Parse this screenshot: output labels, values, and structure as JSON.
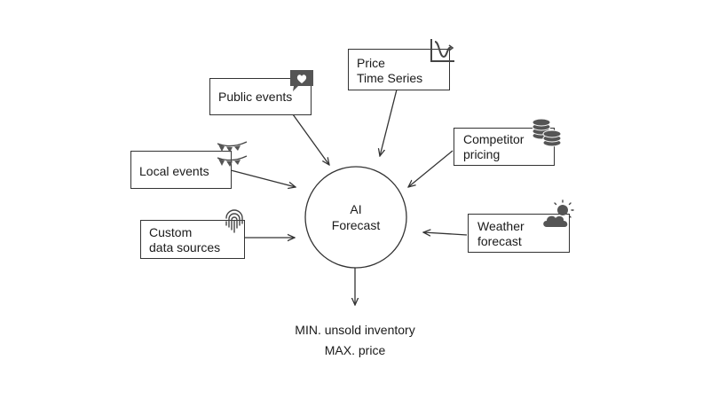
{
  "center": {
    "label": "AI\nForecast"
  },
  "inputs": {
    "price_time_series": {
      "label": "Price\nTime Series",
      "icon": "line-chart-icon"
    },
    "public_events": {
      "label": "Public events",
      "icon": "heart-speech-bubble-icon"
    },
    "competitor_pricing": {
      "label": "Competitor\npricing",
      "icon": "coin-stack-icon"
    },
    "local_events": {
      "label": "Local events",
      "icon": "bunting-flags-icon"
    },
    "custom_data_sources": {
      "label": "Custom\ndata sources",
      "icon": "fingerprint-icon"
    },
    "weather_forecast": {
      "label": "Weather\nforecast",
      "icon": "sun-cloud-icon"
    }
  },
  "outcome": {
    "line1": "MIN. unsold inventory",
    "line2": "MAX. price"
  },
  "colors": {
    "stroke": "#333333",
    "icon_fill": "#555555",
    "text": "#1a1a1a"
  }
}
